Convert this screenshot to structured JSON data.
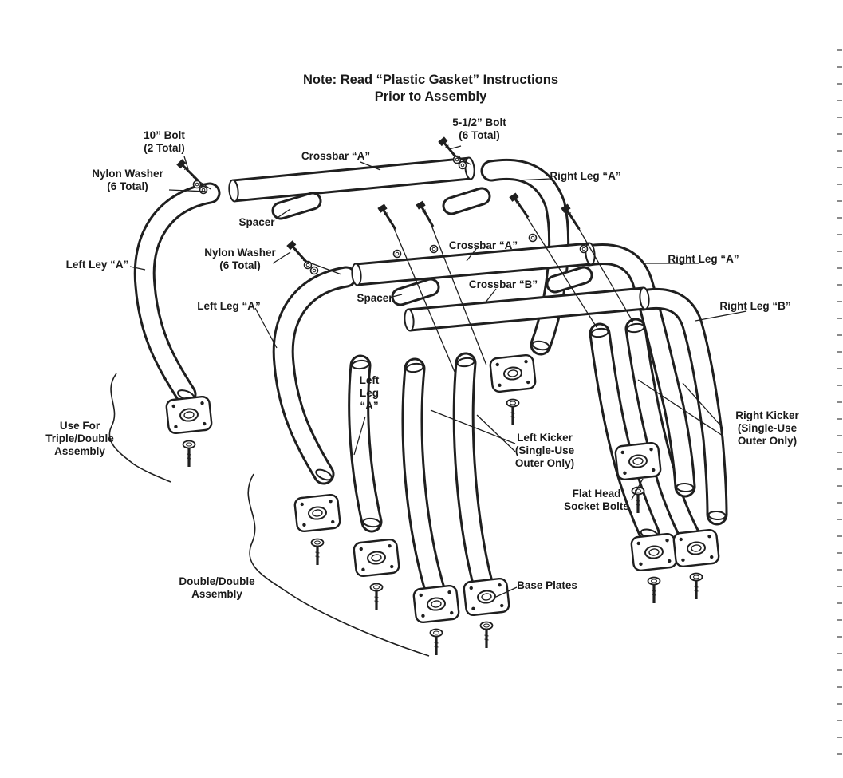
{
  "note": "Note: Read “Plastic Gasket” Instructions\nPrior to Assembly",
  "labels": {
    "bolt_10": "10” Bolt\n(2 Total)",
    "bolt_5_half": "5-1/2” Bolt\n(6 Total)",
    "crossbar_a_top": "Crossbar “A”",
    "right_leg_a_top": "Right Leg “A”",
    "nylon_washer_top": "Nylon Washer\n(6 Total)",
    "spacer_top": "Spacer",
    "crossbar_a_mid": "Crossbar “A”",
    "right_leg_a_mid": "Right Leg “A”",
    "nylon_washer_mid": "Nylon Washer\n(6 Total)",
    "left_ley_a": "Left Ley “A”",
    "crossbar_b": "Crossbar “B”",
    "right_leg_b": "Right Leg “B”",
    "left_leg_a_mid": "Left Leg “A”",
    "spacer_mid": "Spacer",
    "left_leg_a_low": "Left\nLeg\n“A”",
    "use_for_triple": "Use For\nTriple/Double\nAssembly",
    "left_kicker": "Left Kicker\n(Single-Use\nOuter Only)",
    "right_kicker": "Right Kicker\n(Single-Use\nOuter Only)",
    "flat_head_bolts": "Flat Head\nSocket Bolts",
    "double_double": "Double/Double\nAssembly",
    "base_plates": "Base Plates"
  },
  "colors": {
    "line": "#1f1f1f",
    "background": "#ffffff"
  }
}
